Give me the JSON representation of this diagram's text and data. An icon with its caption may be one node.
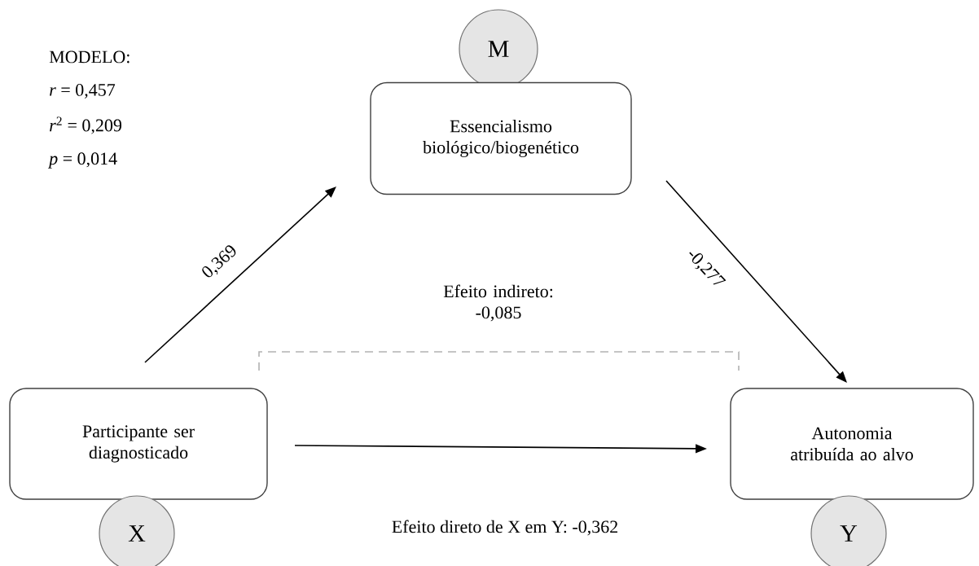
{
  "diagram": {
    "nodes": [
      {
        "text": [
          "M"
        ]
      },
      {
        "text": [
          "Essencialismo biológico/biogenético"
        ]
      },
      {
        "text": [
          "Participante ser diagnosticado"
        ]
      },
      {
        "text": [
          "X"
        ]
      },
      {
        "text": [
          "Autonomia atribuída ao alvo"
        ]
      },
      {
        "text": [
          "Y"
        ]
      }
    ],
    "edges": [
      {
        "from": 2,
        "to": 1,
        "arrow": "to",
        "label": "0,369"
      },
      {
        "from": 1,
        "to": 4,
        "arrow": "to",
        "label": "-0,277"
      },
      {
        "from": 2,
        "to": 4,
        "arrow": "to",
        "label": "Efeito direto de X em Y: -0,362"
      }
    ],
    "labels": [
      "MODELO:",
      "*r* = 0,457",
      "*r*$^{2}$ = 0,209",
      "*p* = 0,014",
      "Efeito indireto: -0,085"
    ]
  }
}
